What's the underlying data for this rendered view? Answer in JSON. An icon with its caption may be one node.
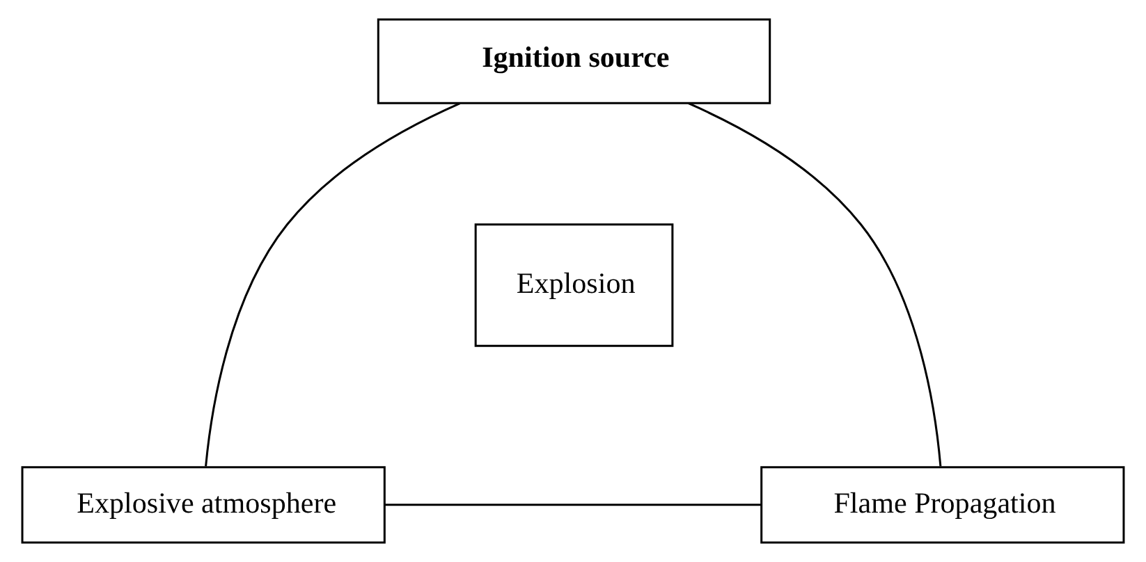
{
  "diagram": {
    "nodes": [
      {
        "text": [
          "Ignition source"
        ]
      },
      {
        "text": [
          "Explosion"
        ]
      },
      {
        "text": [
          "Explosive atmosphere"
        ]
      },
      {
        "text": [
          "Flame Propagation"
        ]
      }
    ],
    "edges": [
      {
        "from": 0,
        "to": 2,
        "arrow": "none"
      },
      {
        "from": 0,
        "to": 3,
        "arrow": "none"
      },
      {
        "from": 2,
        "to": 3,
        "arrow": "none"
      }
    ]
  }
}
